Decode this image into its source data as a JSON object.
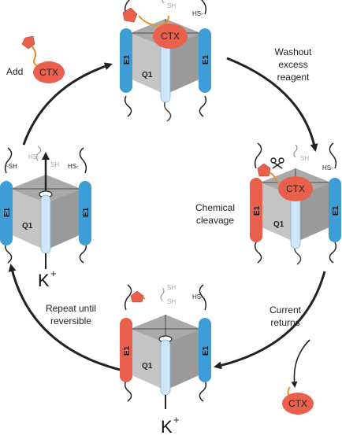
{
  "labels": {
    "add": "Add",
    "ctx": "CTX",
    "washout": [
      "Washout",
      "excess",
      "reagent"
    ],
    "chemical": [
      "Chemical",
      "cleavage"
    ],
    "current": [
      "Current",
      "returns"
    ],
    "repeat": [
      "Repeat until",
      "reversible"
    ],
    "e1": "E1",
    "q1": "Q1",
    "sh": "SH",
    "sh_left": "-SH",
    "sh_right": "HS-",
    "k": "K",
    "k_sup": "+"
  },
  "colors": {
    "blue_subunit": "#3d9dd4",
    "red_subunit": "#e9604c",
    "light_blue": "#cfe6f6",
    "box_top": "#a9a9a9",
    "box_front": "#c4c4c4",
    "box_side": "#9a9a9a",
    "ctx_fill": "#e9604c",
    "tether": "#e8912b",
    "arrow": "#222222"
  }
}
